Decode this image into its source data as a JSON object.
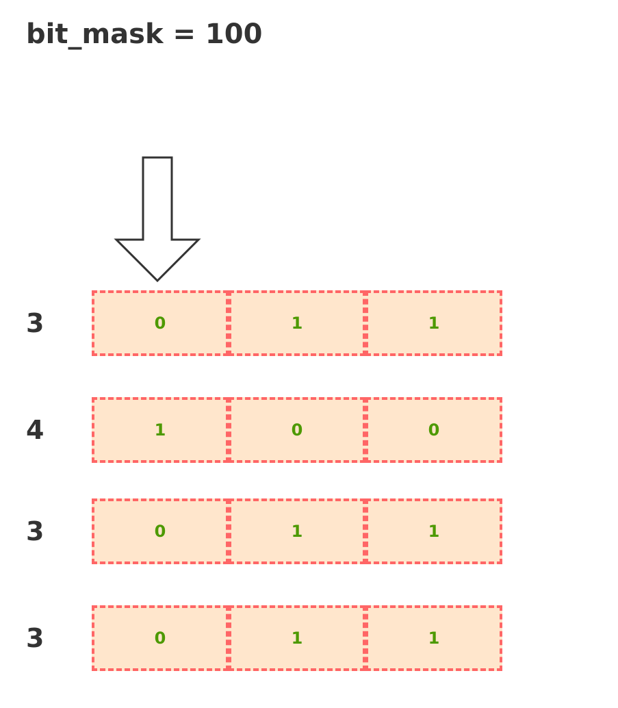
{
  "title": "bit_mask = 100",
  "colors": {
    "text": "#333333",
    "cell_fill": "#ffe6cc",
    "cell_border": "#ff6666",
    "bit_text": "#4d9900",
    "arrow_stroke": "#333333"
  },
  "pointer": {
    "icon": "down-arrow-icon",
    "column_index": 0
  },
  "rows": [
    {
      "label": "3",
      "bits": [
        "0",
        "1",
        "1"
      ]
    },
    {
      "label": "4",
      "bits": [
        "1",
        "0",
        "0"
      ]
    },
    {
      "label": "3",
      "bits": [
        "0",
        "1",
        "1"
      ]
    },
    {
      "label": "3",
      "bits": [
        "0",
        "1",
        "1"
      ]
    }
  ]
}
